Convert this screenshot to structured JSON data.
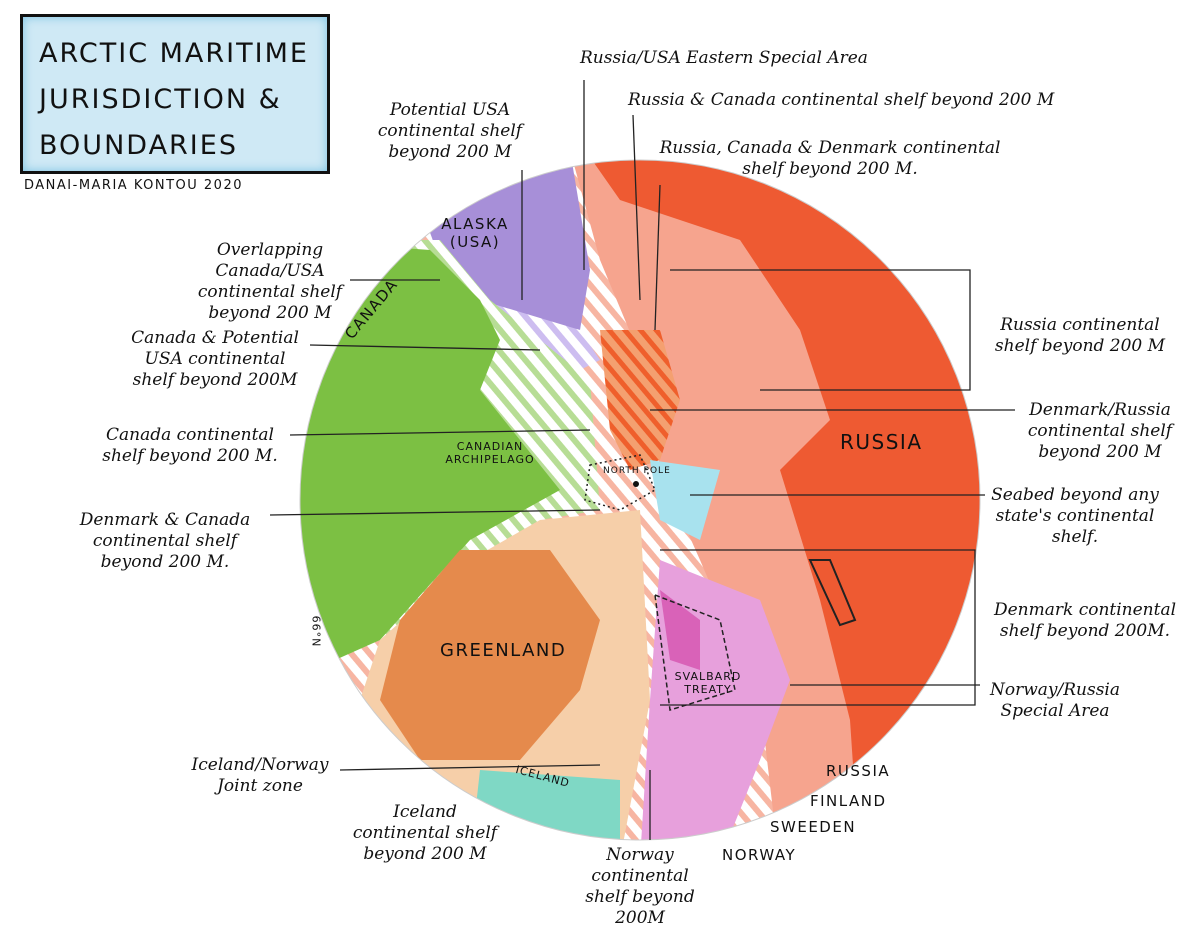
{
  "title": {
    "lines": [
      "Arctic Maritime",
      "Jurisdiction &",
      "Boundaries"
    ],
    "author": "Danai-Maria Kontou 2020"
  },
  "places": {
    "alaska": "Alaska (USA)",
    "canada": "Canada",
    "canadian_archipelago": "Canadian Archipelago",
    "north_pole": "North Pole",
    "russia": "Russia",
    "greenland": "Greenland",
    "svalbard": "Svalbard Treaty",
    "iceland": "Iceland",
    "russia_small": "Russia",
    "finland": "Finland",
    "sweden": "Sweeden",
    "norway": "Norway",
    "latitude": "66°N"
  },
  "labels": {
    "russia_usa_eastern": "Russia/USA Eastern Special Area",
    "potential_usa": "Potential USA\ncontinental shelf\nbeyond 200 M",
    "russia_canada": "Russia & Canada continental shelf beyond 200 M",
    "russia_canada_denmark": "Russia, Canada & Denmark continental\nshelf beyond 200 M.",
    "overlapping_canada_usa": "Overlapping Canada/USA\ncontinental shelf\nbeyond 200 M",
    "canada_potential_usa": "Canada & Potential\nUSA continental\nshelf beyond 200M",
    "russia_shelf": "Russia continental\nshelf beyond 200 M",
    "canada_shelf": "Canada continental\nshelf beyond 200 M.",
    "denmark_russia": "Denmark/Russia\ncontinental shelf\nbeyond 200 M",
    "seabed": "Seabed beyond any\nstate's continental\nshelf.",
    "denmark_canada": "Denmark & Canada\ncontinental shelf\nbeyond 200 M.",
    "denmark_shelf": "Denmark continental\nshelf beyond 200M.",
    "norway_russia": "Norway/Russia\nSpecial Area",
    "iceland_norway": "Iceland/Norway\nJoint zone",
    "iceland_shelf": "Iceland\ncontinental shelf\nbeyond 200 M",
    "norway_shelf": "Norway\ncontinental\nshelf beyond\n200M"
  },
  "colors": {
    "russia": "#ee5a32",
    "russia_shelf": "#f6a48e",
    "canada": "#7cc043",
    "canada_shelf": "#c5e3a4",
    "alaska": "#a78fd8",
    "greenland": "#e58a4c",
    "greenland_shelf": "#f6cfa9",
    "norway": "#e7a0dc",
    "iceland": "#7fd8c5",
    "seabed": "#a8e2ee",
    "title_bg": "#cfe9f5"
  }
}
